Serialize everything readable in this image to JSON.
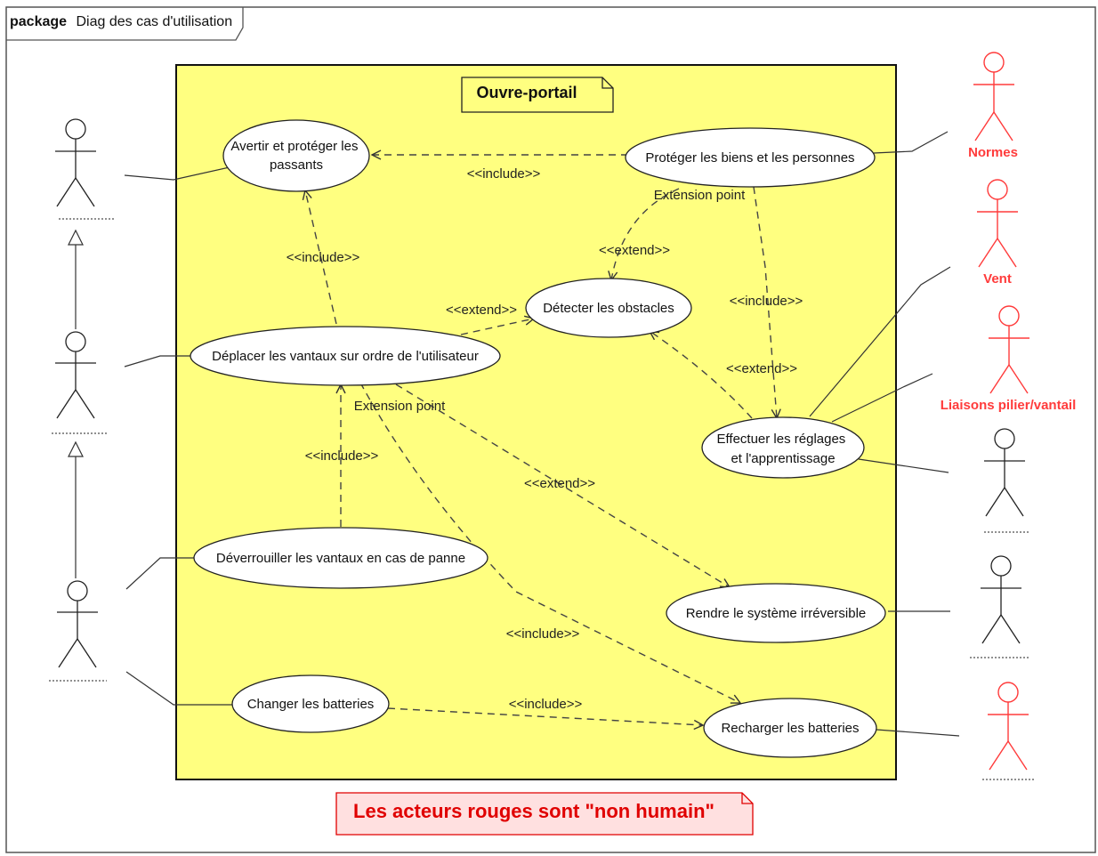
{
  "package": {
    "keyword": "package",
    "name": "Diag des cas d'utilisation"
  },
  "system": {
    "name": "Ouvre-portail"
  },
  "colors": {
    "system_fill": "#ffff80",
    "non_human_actor": "#ff3b3b",
    "human_actor": "#222222",
    "note_fill": "#ffe0e0",
    "note_text": "#e00000"
  },
  "use_cases": {
    "avertir": [
      "Avertir et protéger les",
      "passants"
    ],
    "proteger": [
      "Protéger les biens et les personnes"
    ],
    "detecter": [
      "Détecter les obstacles"
    ],
    "deplacer": [
      "Déplacer les vantaux sur ordre de l'utilisateur"
    ],
    "reglages": [
      "Effectuer les réglages",
      "et l'apprentissage"
    ],
    "deverrouiller": [
      "Déverrouiller les vantaux en cas de panne"
    ],
    "irreversible": [
      "Rendre le système irréversible"
    ],
    "changer": [
      "Changer les batteries"
    ],
    "recharger": [
      "Recharger les batteries"
    ]
  },
  "relation_labels": {
    "include": "<<include>>",
    "extend": "<<extend>>",
    "extension_point": "Extension point"
  },
  "actors": {
    "normes": "Normes",
    "vent": "Vent",
    "liaisons": "Liaisons pilier/vantail"
  },
  "note": "Les acteurs rouges sont \"non humain\""
}
